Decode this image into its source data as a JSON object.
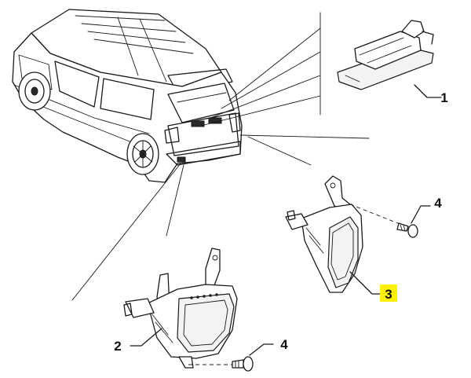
{
  "callouts": [
    {
      "id": "1",
      "label": "1",
      "highlight": false
    },
    {
      "id": "2",
      "label": "2",
      "highlight": false
    },
    {
      "id": "3",
      "label": "3",
      "highlight": true
    },
    {
      "id": "4a",
      "label": "4",
      "highlight": false
    },
    {
      "id": "4b",
      "label": "4",
      "highlight": false
    }
  ],
  "colors": {
    "line": "#1a1a1a",
    "background": "#ffffff",
    "highlight": "#fff200"
  },
  "icons": {
    "vehicle": "suv-rear-three-quarter-view",
    "part_1": "license-plate-lamp",
    "part_2": "rear-fog-lamp-left",
    "part_3": "rear-fog-lamp-right",
    "part_4": "mounting-screw"
  }
}
